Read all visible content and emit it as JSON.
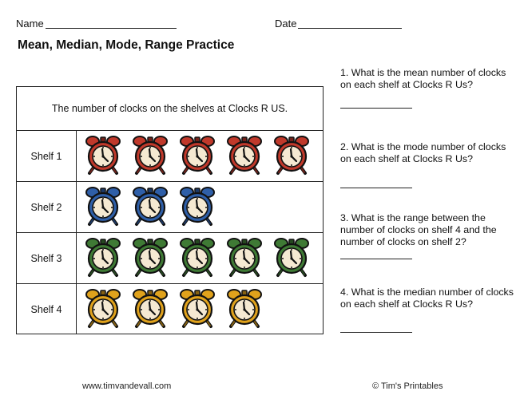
{
  "header": {
    "name_label": "Name",
    "date_label": "Date"
  },
  "title": "Mean, Median, Mode, Range Practice",
  "chart_data": {
    "type": "table",
    "title": "The number of clocks on the shelves at Clocks R US.",
    "rows": [
      {
        "label": "Shelf 1",
        "count": 5,
        "color": "#c0392b"
      },
      {
        "label": "Shelf 2",
        "count": 3,
        "color": "#2f5fa8"
      },
      {
        "label": "Shelf 3",
        "count": 5,
        "color": "#3f7a35"
      },
      {
        "label": "Shelf 4",
        "count": 4,
        "color": "#e0a21c"
      }
    ]
  },
  "questions": [
    {
      "text": "1. What is the mean number of clocks on each shelf at Clocks R Us?"
    },
    {
      "text": "2. What is the mode number of clocks on each shelf at Clocks R Us?"
    },
    {
      "text": "3. What is the range between the number of clocks on shelf 4 and the number of clocks on shelf 2?"
    },
    {
      "text": "4. What is the median number of clocks on each shelf at Clocks R Us?"
    }
  ],
  "footer": {
    "left": "www.timvandevall.com",
    "right": "© Tim's Printables"
  },
  "icon": "alarm-clock-icon"
}
